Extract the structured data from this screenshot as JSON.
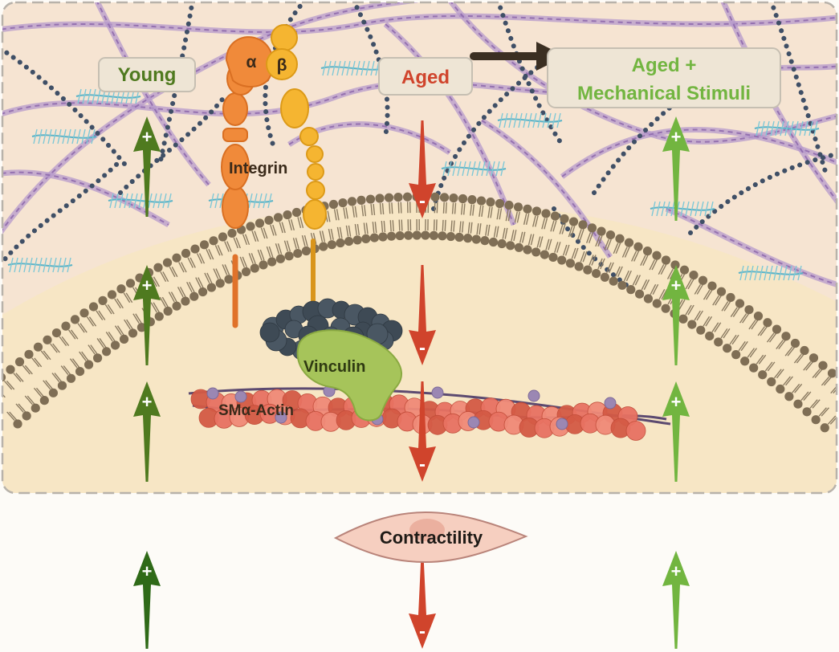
{
  "labels": {
    "young": "Young",
    "aged": "Aged",
    "aged_mech_line1": "Aged +",
    "aged_mech_line2": "Mechanical Stimuli",
    "alpha": "α",
    "beta": "β",
    "integrin": "Integrin",
    "vinculin": "Vinculin",
    "actin": "SMα-Actin",
    "contractility": "Contractility",
    "plus": "+",
    "minus": "-"
  },
  "colors": {
    "young": "#4f7a1f",
    "young_dark": "#2f6a18",
    "aged": "#d0442c",
    "aged_mech": "#72b540",
    "progression_arrow": "#3b2f22",
    "integrin_alpha": "#f08a3a",
    "integrin_beta": "#f5b531",
    "vinculin": "#a6c45a",
    "actin": "#e06a55"
  }
}
